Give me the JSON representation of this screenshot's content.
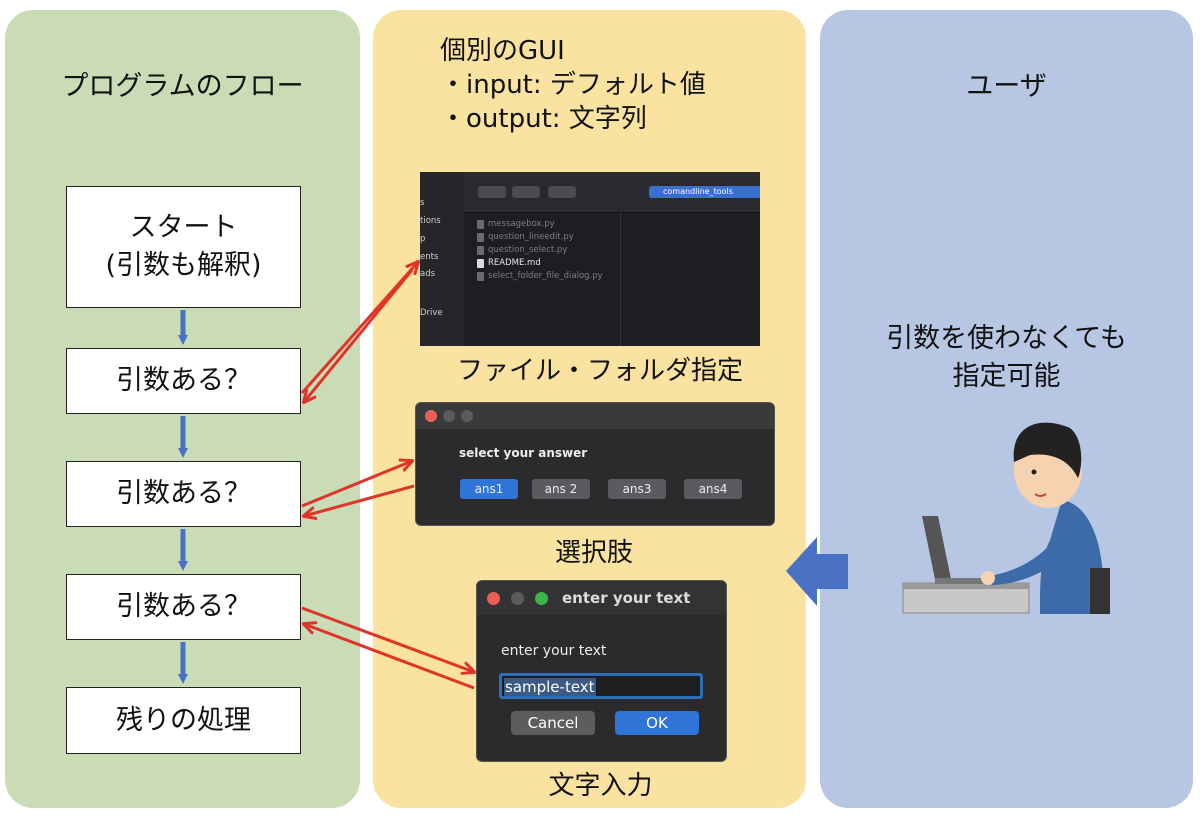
{
  "flow": {
    "title": "プログラムのフロー",
    "start": [
      "スタート",
      "(引数も解釈)"
    ],
    "check1": "引数ある？",
    "check2": "引数ある？",
    "check3": "引数ある？",
    "rest": "残りの処理"
  },
  "gui": {
    "title_lines": [
      "個別のGUI",
      "・input: デフォルト値",
      "・output: 文字列"
    ],
    "file_caption": "ファイル・フォルダ指定",
    "choice_caption": "選択肢",
    "text_caption": "文字入力",
    "finder": {
      "path": "comandline_tools",
      "sidebar": [
        "s",
        "tions",
        "p",
        "ents",
        "ads",
        "Drive"
      ],
      "files": [
        "messagebox.py",
        "question_lineedit.py",
        "question_select.py",
        "README.md",
        "select_folder_file_dialog.py"
      ],
      "selected_index": 3
    },
    "choice_dialog": {
      "prompt": "select your answer",
      "answers": [
        "ans1",
        "ans 2",
        "ans3",
        "ans4"
      ],
      "selected_index": 0
    },
    "text_dialog": {
      "title": "enter your text",
      "prompt": "enter your text",
      "value": "sample-text",
      "cancel_label": "Cancel",
      "ok_label": "OK"
    }
  },
  "user": {
    "title": "ユーザ",
    "note": [
      "引数を使わなくても",
      "指定可能"
    ]
  },
  "colors": {
    "flow_panel": "#c9dcb5",
    "gui_panel": "#fae3a0",
    "user_panel": "#b6c6e3",
    "flow_arrow": "#4a72c4",
    "link_arrow": "#e0342a",
    "user_arrow": "#4a72c4",
    "selected_button": "#2f74d6"
  }
}
